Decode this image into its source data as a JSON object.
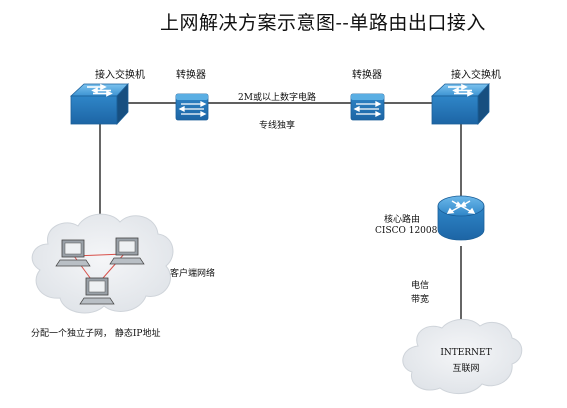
{
  "title": "上网解决方案示意图--单路由出口接入",
  "labels": {
    "switch_left": "接入交换机",
    "converter_left": "转换器",
    "link_line1": "2M或以上数字电路",
    "converter_right": "转换器",
    "switch_right": "接入交换机",
    "link_line2": "专线独享",
    "router_line1": "核心路由",
    "router_line2": "CISCO 12008",
    "client_network": "客户端网络",
    "telecom_line1": "电信",
    "telecom_line2": "带宽",
    "subnet_note": "分配一个独立子网，   静态IP地址",
    "internet_line1": "INTERNET",
    "internet_line2": "互联网"
  },
  "colors": {
    "device_blue": "#2b7fc2",
    "device_top": "#5aaee3",
    "device_side": "#1b5f99",
    "line": "#000000",
    "lan_line": "#d8504a",
    "cloud_fill": "#e9ecf0",
    "cloud_stroke": "#c9ced4"
  }
}
